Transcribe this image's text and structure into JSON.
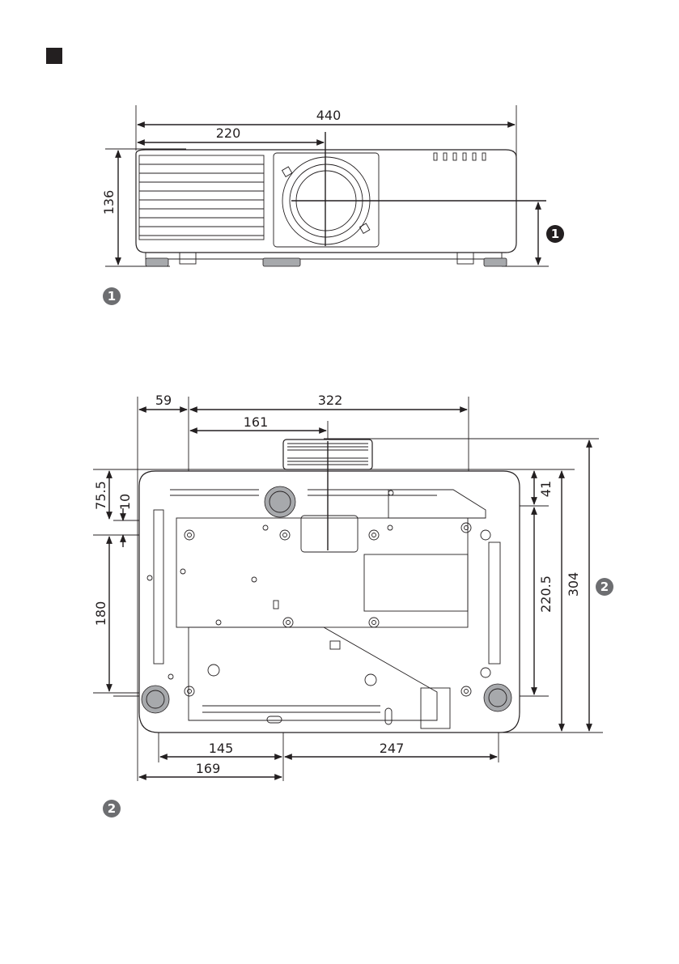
{
  "front_view": {
    "dimensions": {
      "width": "440",
      "half_width": "220",
      "height": "136"
    },
    "callout": "1"
  },
  "bottom_view": {
    "dimensions": {
      "left_offset": "59",
      "mount_width": "322",
      "lens_center_offset": "161",
      "depth_a": "75.5",
      "gap": "10",
      "mount_depth": "180",
      "front_offset": "41",
      "mount_depth_b": "220.5",
      "depth_total": "304",
      "foot_left": "145",
      "foot_right": "247",
      "center_offset": "169"
    },
    "callout": "2"
  },
  "legend": {
    "item_1": "1",
    "item_2": "2"
  },
  "colors": {
    "ink": "#231f20",
    "callout_fill": "#231f20",
    "callout_gray": "#6d6e71"
  }
}
